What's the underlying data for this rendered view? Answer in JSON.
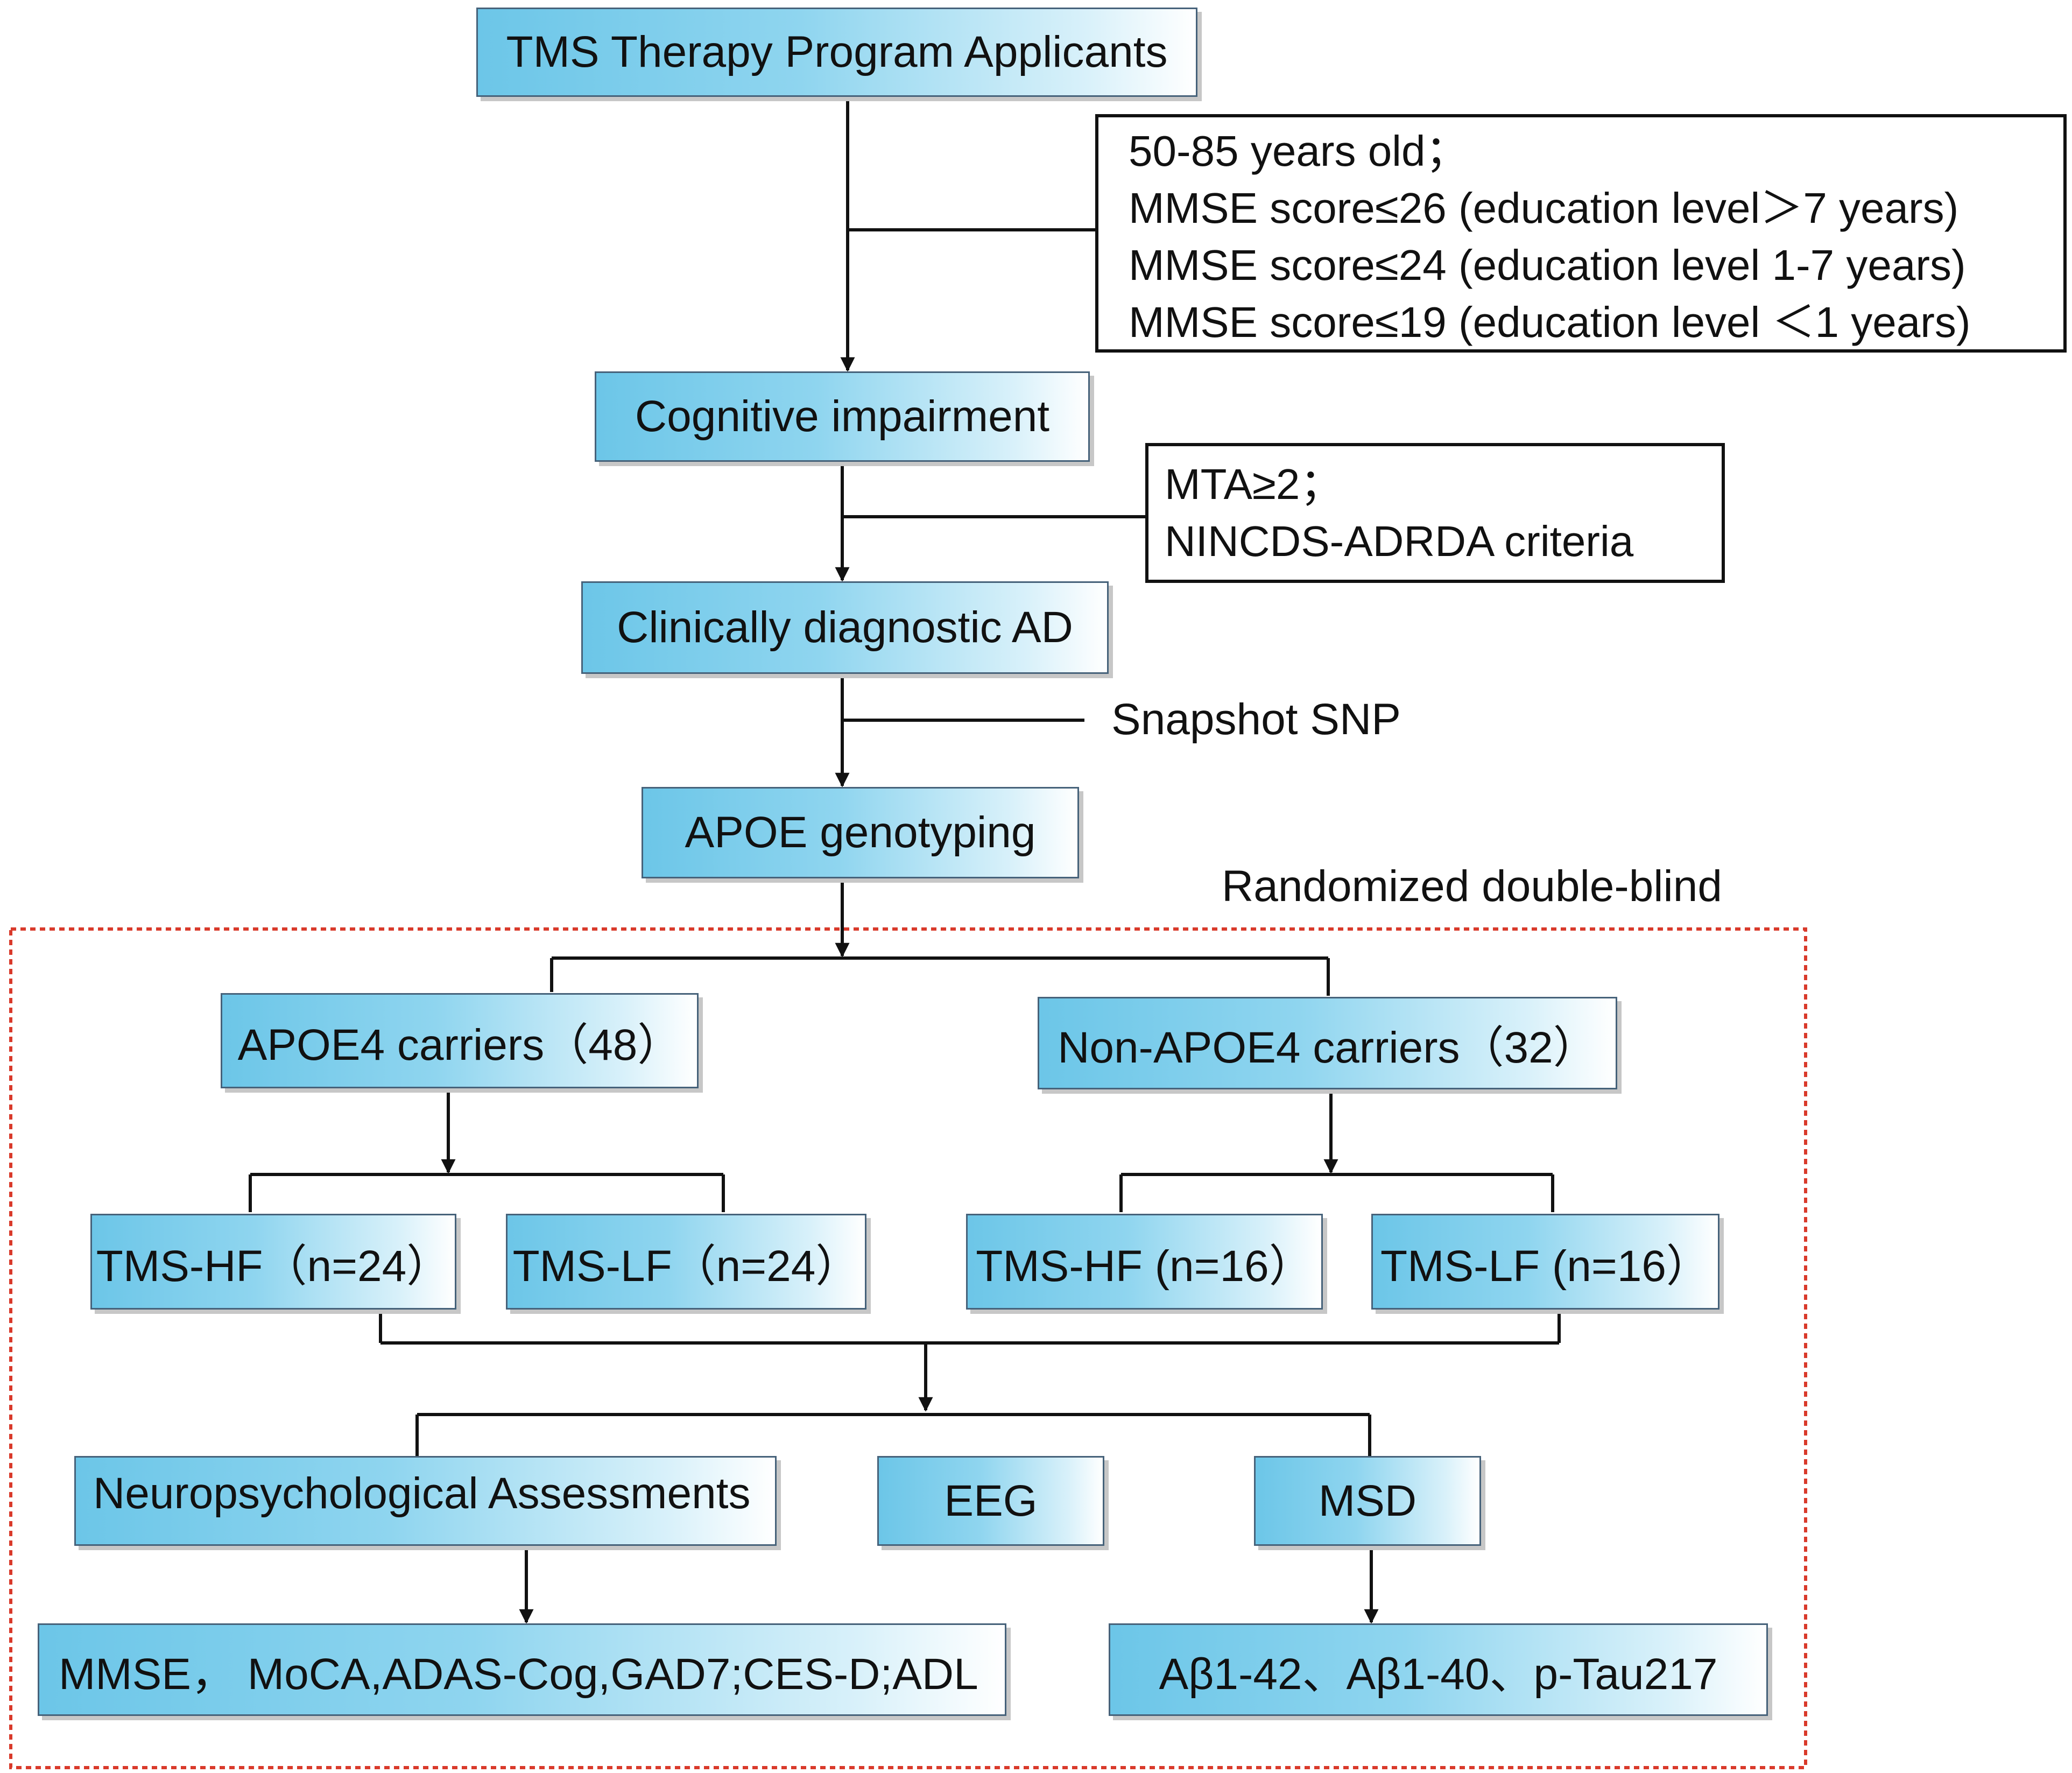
{
  "nodes": {
    "applicants": "TMS Therapy Program Applicants",
    "cognitive": "Cognitive impairment",
    "clinical_ad": "Clinically diagnostic  AD",
    "apoe_genotyping": "APOE genotyping",
    "apoe4_carriers": "APOE4 carriers（48）",
    "non_apoe4_carriers": "Non-APOE4 carriers（32）",
    "tms_hf_apoe4": "TMS-HF（n=24）",
    "tms_lf_apoe4": "TMS-LF（n=24）",
    "tms_hf_non": "TMS-HF (n=16）",
    "tms_lf_non": "TMS-LF (n=16）",
    "neuropsych": "Neuropsychological Assessments",
    "eeg": "EEG",
    "msd": "MSD",
    "neuropsych_items": "MMSE， MoCA,ADAS-Cog,GAD7;CES-D;ADL",
    "msd_items": "Aβ1-42、Aβ1-40、p-Tau217"
  },
  "inclusion_criteria": [
    "50-85 years old；",
    "MMSE score≤26 (education level＞7 years)",
    "MMSE score≤24 (education level 1-7 years)",
    "MMSE score≤19 (education level ＜1 years)"
  ],
  "diagnosis_criteria": [
    "MTA≥2；",
    "NINCDS-ADRDA  criteria"
  ],
  "labels": {
    "snapshot": "Snapshot SNP",
    "randomized": "Randomized double-blind"
  },
  "colors": {
    "box_fill": "#6cc6e8",
    "box_border": "#46627a",
    "dashed_frame": "#d93a2b",
    "line": "#111111"
  }
}
